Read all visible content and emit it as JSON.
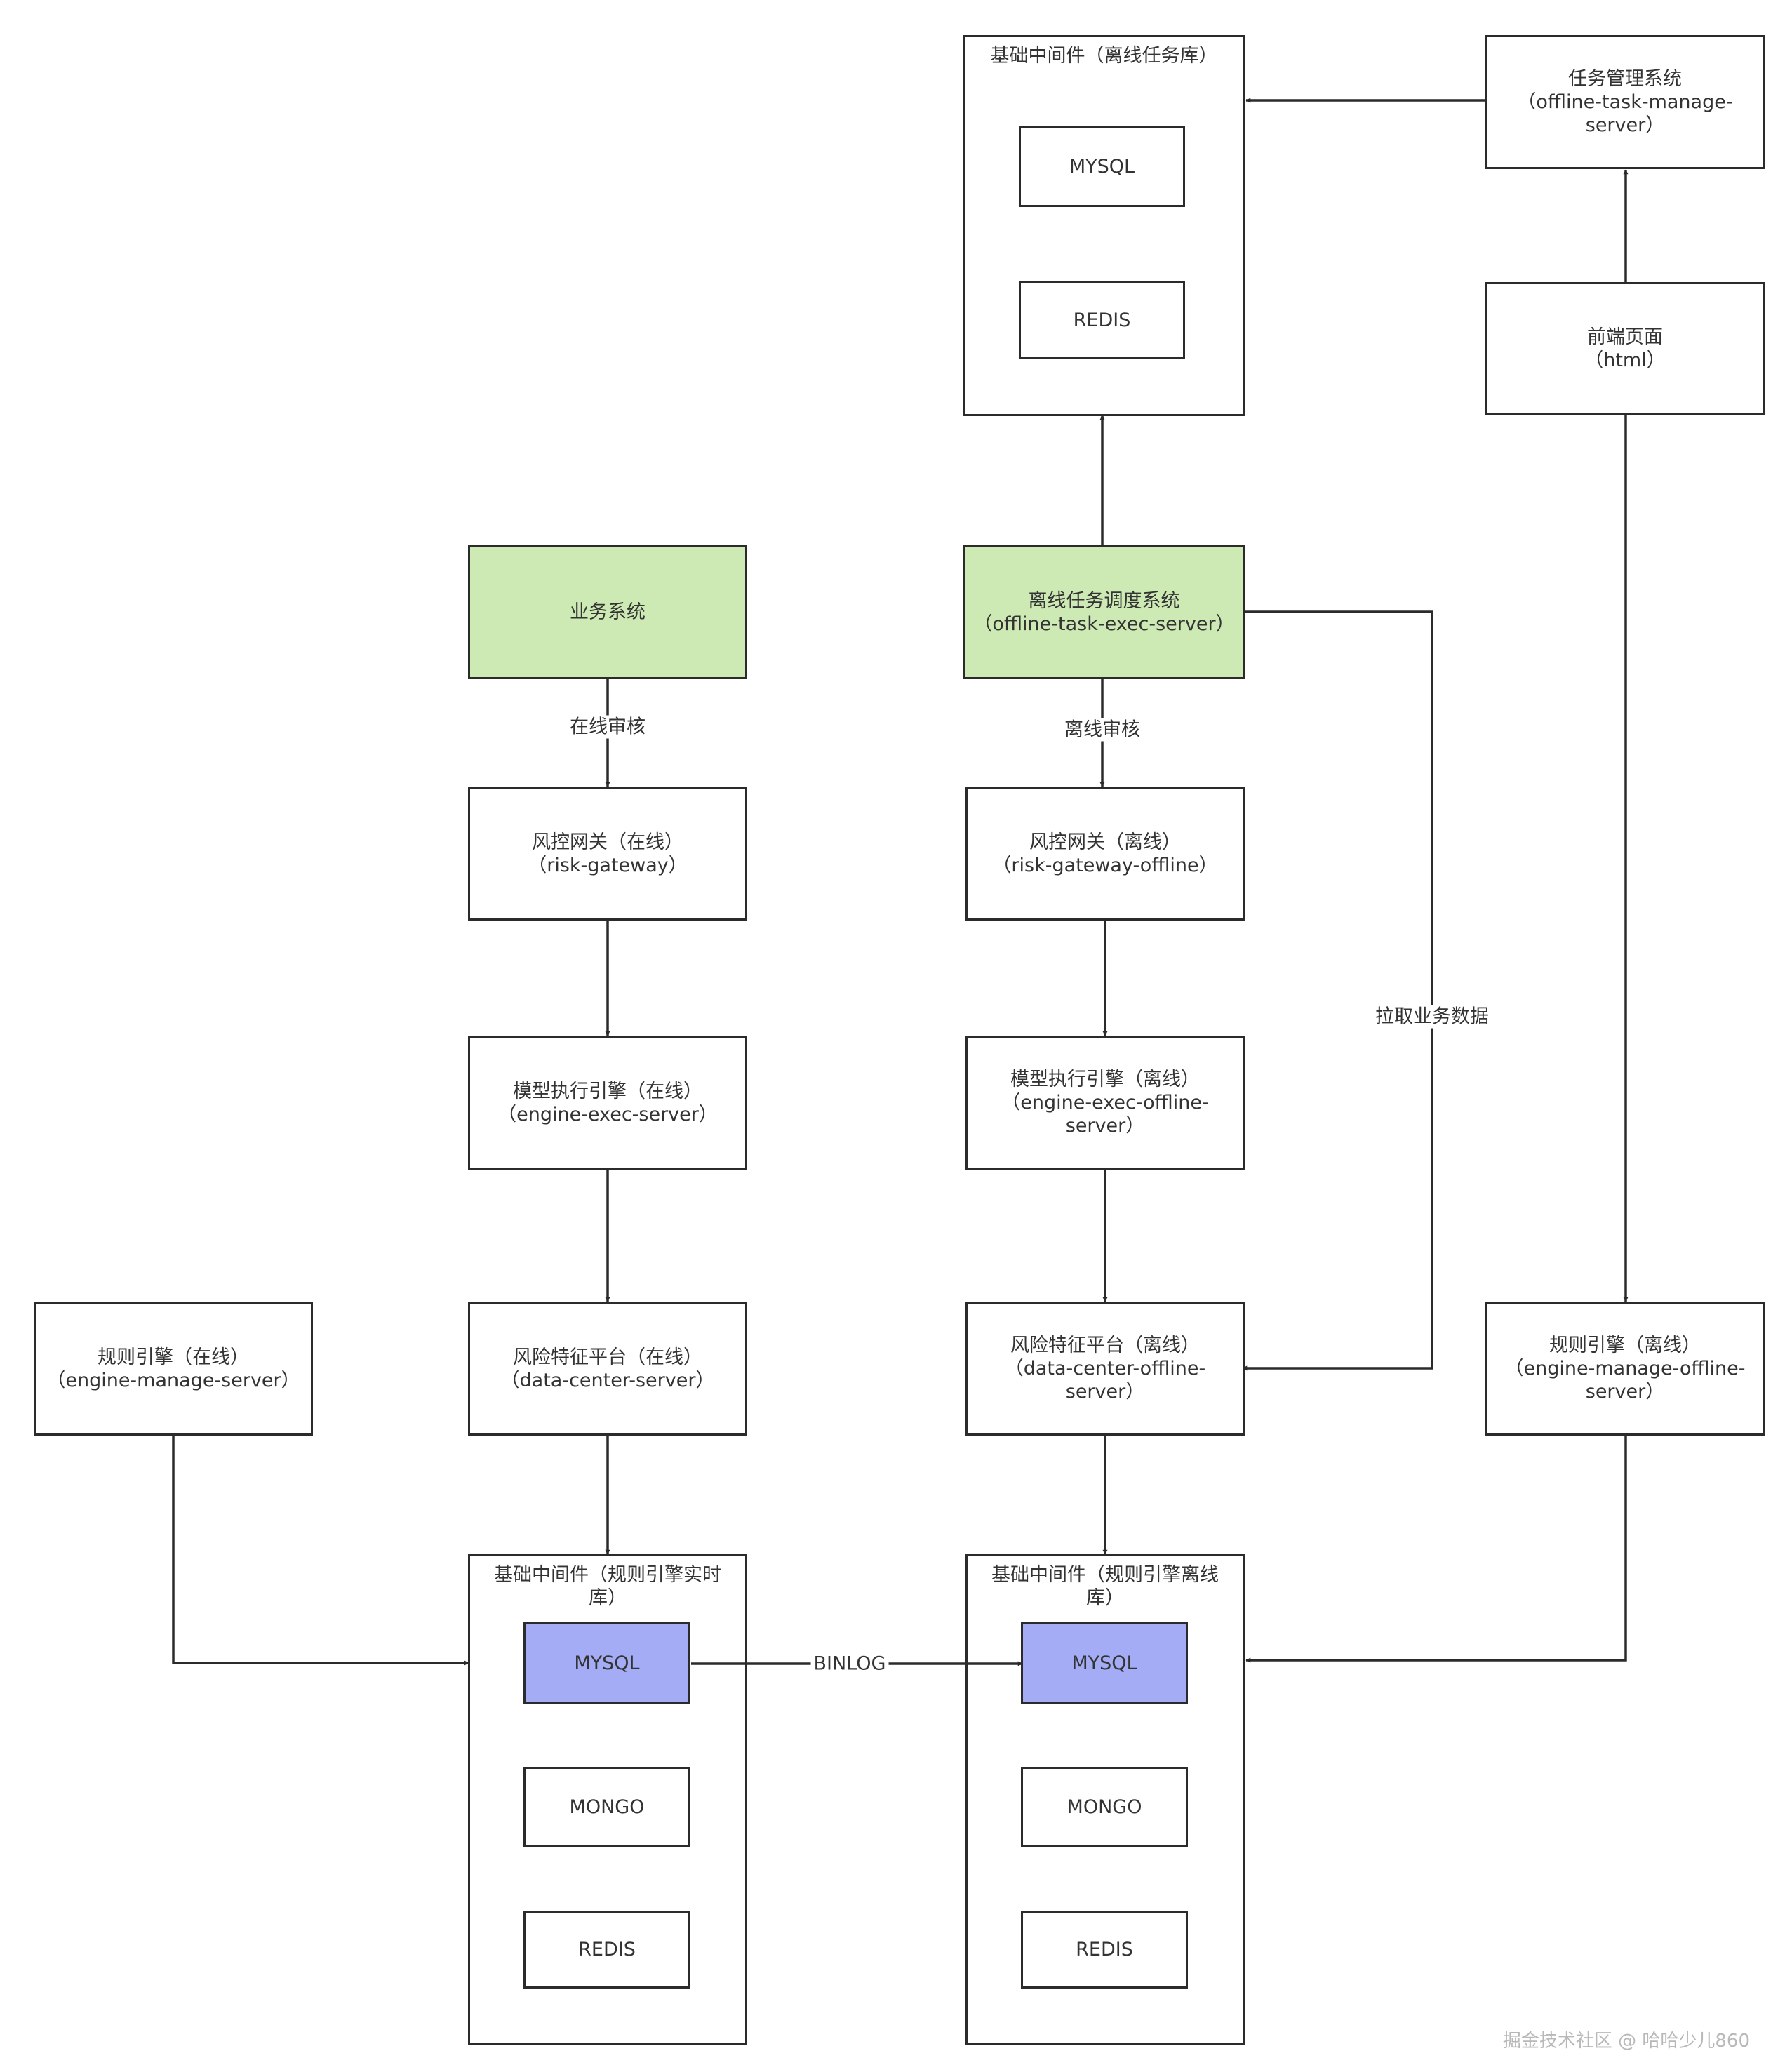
{
  "nodes": {
    "offline_task_db": {
      "title": "基础中间件（离线任务库）",
      "mysql": "MYSQL",
      "redis": "REDIS"
    },
    "task_manage": {
      "line1": "任务管理系统",
      "line2": "（offline-task-manage-",
      "line3": "server）"
    },
    "frontend": {
      "line1": "前端页面",
      "line2": "（html）"
    },
    "business_system": {
      "label": "业务系统"
    },
    "offline_exec": {
      "line1": "离线任务调度系统",
      "line2": "（offline-task-exec-server）"
    },
    "gateway_online": {
      "line1": "风控网关（在线）",
      "line2": "（risk-gateway）"
    },
    "gateway_offline": {
      "line1": "风控网关（离线）",
      "line2": "（risk-gateway-offline）"
    },
    "engine_online": {
      "line1": "模型执行引擎（在线）",
      "line2": "（engine-exec-server）"
    },
    "engine_offline": {
      "line1": "模型执行引擎（离线）",
      "line2": "（engine-exec-offline-",
      "line3": "server）"
    },
    "rule_online": {
      "line1": "规则引擎（在线）",
      "line2": "（engine-manage-server）"
    },
    "feature_online": {
      "line1": "风险特征平台（在线）",
      "line2": "（data-center-server）"
    },
    "feature_offline": {
      "line1": "风险特征平台（离线）",
      "line2": "（data-center-offline-",
      "line3": "server）"
    },
    "rule_offline": {
      "line1": "规则引擎（离线）",
      "line2": "（engine-manage-offline-",
      "line3": "server）"
    },
    "realtime_db": {
      "title_line1": "基础中间件（规则引擎实时",
      "title_line2": "库）",
      "mysql": "MYSQL",
      "mongo": "MONGO",
      "redis": "REDIS"
    },
    "offline_db": {
      "title_line1": "基础中间件（规则引擎离线",
      "title_line2": "库）",
      "mysql": "MYSQL",
      "mongo": "MONGO",
      "redis": "REDIS"
    }
  },
  "edge_labels": {
    "online_review": "在线审核",
    "offline_review": "离线审核",
    "pull_business_data": "拉取业务数据",
    "binlog": "BINLOG"
  },
  "colors": {
    "green": "#cdeab4",
    "blue": "#a3acf5",
    "stroke": "#2b2b2b",
    "text": "#333333"
  },
  "watermark": "掘金技术社区 @ 哈哈少儿860"
}
